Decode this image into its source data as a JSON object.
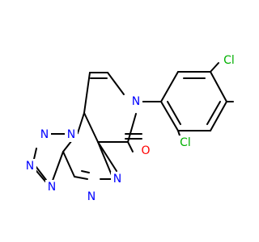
{
  "colors": {
    "background": "#ffffff",
    "bond": "#000000",
    "nitrogen": "#0000ff",
    "oxygen": "#ff0000",
    "chlorine": "#00b000"
  },
  "atoms": {
    "n_triazole_1": "N",
    "n_triazole_2": "N",
    "n_triazole_3": "N",
    "n_bridge": "N",
    "n_triazine_1": "N",
    "n_triazine_2": "N",
    "n_pyridinone": "N",
    "o_carbonyl": "O",
    "cl_para": "Cl",
    "cl_ortho": "Cl"
  }
}
